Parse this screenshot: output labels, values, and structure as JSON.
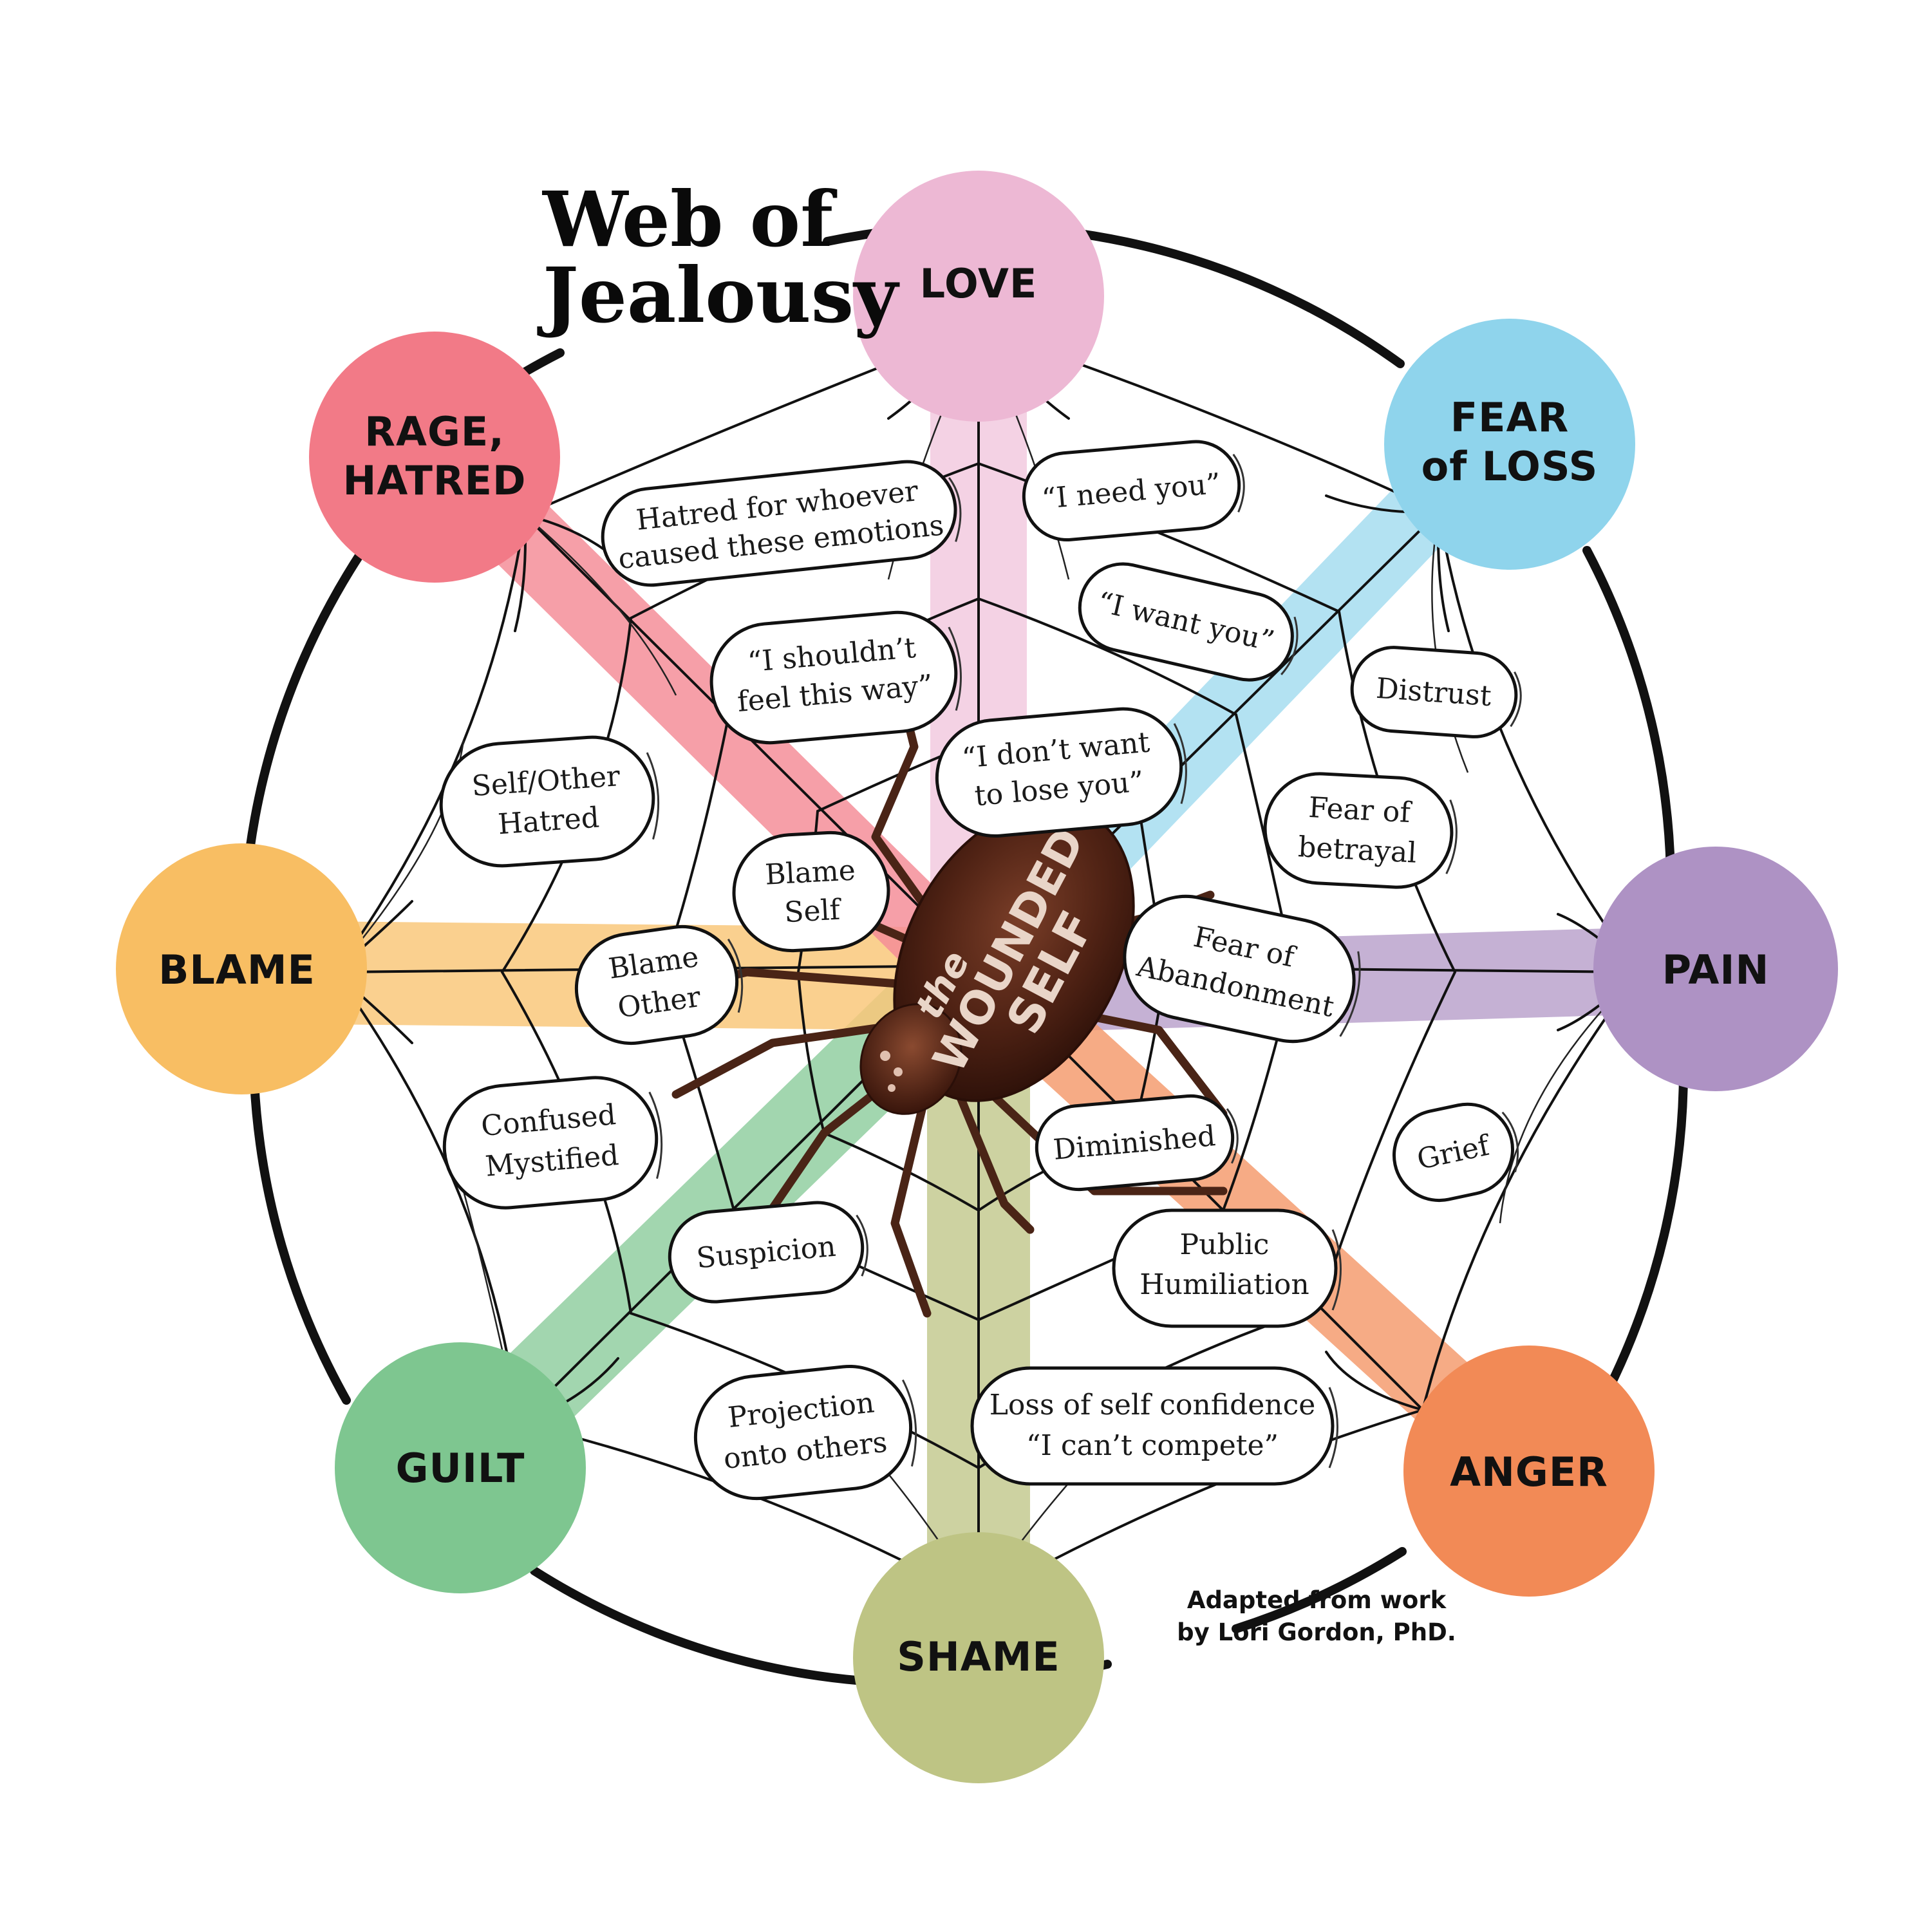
{
  "title": {
    "line1": "Web of",
    "line2": "Jealousy"
  },
  "credit": {
    "line1": "Adapted from work",
    "line2": "by Lori Gordon, PhD."
  },
  "center": {
    "line1": "the",
    "line2": "WOUNDED",
    "line3": "SELF"
  },
  "emotions": [
    {
      "id": "love",
      "lines": [
        "LOVE"
      ],
      "color": "#edb8d4"
    },
    {
      "id": "fear-of-loss",
      "lines": [
        "FEAR",
        "of LOSS"
      ],
      "color": "#8fd4ec"
    },
    {
      "id": "pain",
      "lines": [
        "PAIN"
      ],
      "color": "#ae92c4"
    },
    {
      "id": "anger",
      "lines": [
        "ANGER"
      ],
      "color": "#f28a56"
    },
    {
      "id": "shame",
      "lines": [
        "SHAME"
      ],
      "color": "#bec484"
    },
    {
      "id": "guilt",
      "lines": [
        "GUILT"
      ],
      "color": "#7ec690"
    },
    {
      "id": "blame",
      "lines": [
        "BLAME"
      ],
      "color": "#f8be63"
    },
    {
      "id": "rage-hatred",
      "lines": [
        "RAGE,",
        "HATRED"
      ],
      "color": "#f27a87"
    }
  ],
  "feelings": [
    {
      "id": "hatred-for-whoever",
      "lines": [
        "Hatred for whoever",
        "caused these emotions"
      ]
    },
    {
      "id": "i-need-you",
      "lines": [
        "“I need you”"
      ]
    },
    {
      "id": "i-want-you",
      "lines": [
        "“I want you”"
      ]
    },
    {
      "id": "i-shouldnt",
      "lines": [
        "“I shouldn’t",
        "feel this way”"
      ]
    },
    {
      "id": "distrust",
      "lines": [
        "Distrust"
      ]
    },
    {
      "id": "i-dont-want-to-lose-you",
      "lines": [
        "“I don’t want",
        "to lose you”"
      ]
    },
    {
      "id": "self-other-hatred",
      "lines": [
        "Self/Other",
        "Hatred"
      ]
    },
    {
      "id": "fear-of-betrayal",
      "lines": [
        "Fear of",
        "betrayal"
      ]
    },
    {
      "id": "blame-self",
      "lines": [
        "Blame",
        "Self"
      ]
    },
    {
      "id": "fear-of-abandonment",
      "lines": [
        "Fear of",
        "Abandonment"
      ]
    },
    {
      "id": "blame-other",
      "lines": [
        "Blame",
        "Other"
      ]
    },
    {
      "id": "confused-mystified",
      "lines": [
        "Confused",
        "Mystified"
      ]
    },
    {
      "id": "diminished",
      "lines": [
        "Diminished"
      ]
    },
    {
      "id": "grief",
      "lines": [
        "Grief"
      ]
    },
    {
      "id": "suspicion",
      "lines": [
        "Suspicion"
      ]
    },
    {
      "id": "public-humiliation",
      "lines": [
        "Public",
        "Humiliation"
      ]
    },
    {
      "id": "projection-onto-others",
      "lines": [
        "Projection",
        "onto others"
      ]
    },
    {
      "id": "loss-of-self-confidence",
      "lines": [
        "Loss of self confidence",
        "“I can’t compete”"
      ]
    }
  ],
  "colors": {
    "spider_body": "#5a2a1a",
    "spider_legs": "#4a2416",
    "outline": "#111111"
  }
}
